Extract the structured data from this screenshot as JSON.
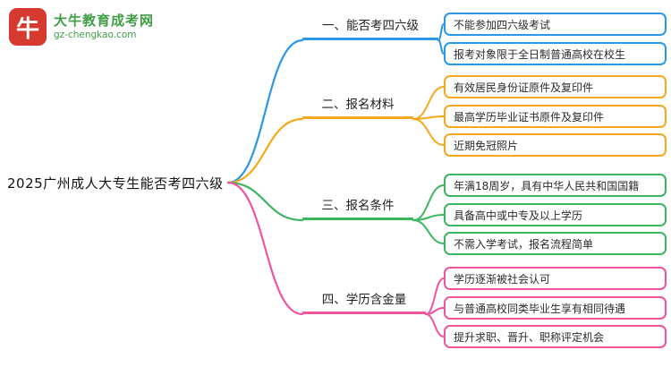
{
  "logo": {
    "icon_char": "牛",
    "site_name": "大牛教育成考网",
    "site_url": "gz-chengkao.com",
    "brand_red": "#d63a2f",
    "brand_green": "#3f9e46"
  },
  "root": {
    "label": "2025广州成人大专生能否考四六级"
  },
  "branches": [
    {
      "label": "一、能否考四六级",
      "color": "#2b97e6",
      "leaves": [
        "不能参加四六级考试",
        "报考对象限于全日制普通高校在校生"
      ]
    },
    {
      "label": "二、报名材料",
      "color": "#f5a81c",
      "leaves": [
        "有效居民身份证原件及复印件",
        "最高学历毕业证书原件及复印件",
        "近期免冠照片"
      ]
    },
    {
      "label": "三、报名条件",
      "color": "#3cb55f",
      "leaves": [
        "年满18周岁，具有中华人民共和国国籍",
        "具备高中或中专及以上学历",
        "不需入学考试，报名流程简单"
      ]
    },
    {
      "label": "四、学历含金量",
      "color": "#f0549c",
      "leaves": [
        "学历逐渐被社会认可",
        "与普通高校同类毕业生享有相同待遇",
        "提升求职、晋升、职称评定机会"
      ]
    }
  ]
}
